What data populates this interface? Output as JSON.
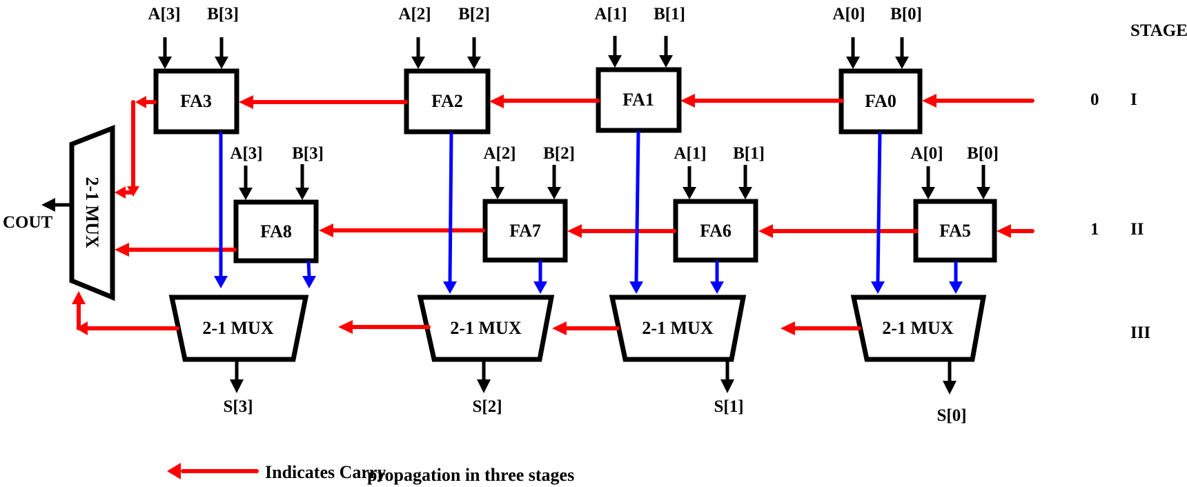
{
  "diagram": {
    "type": "carry-select-adder-block-diagram",
    "stage_header": "STAGE",
    "stages": [
      {
        "roman": "I",
        "carry_in": "0",
        "adders": [
          "FA3",
          "FA2",
          "FA1",
          "FA0"
        ]
      },
      {
        "roman": "II",
        "carry_in": "1",
        "adders": [
          "FA8",
          "FA7",
          "FA6",
          "FA5"
        ]
      },
      {
        "roman": "III",
        "muxes": [
          "2-1 MUX",
          "2-1 MUX",
          "2-1 MUX",
          "2-1 MUX"
        ]
      }
    ],
    "row1_inputs": [
      {
        "a": "A[3]",
        "b": "B[3]"
      },
      {
        "a": "A[2]",
        "b": "B[2]"
      },
      {
        "a": "A[1]",
        "b": "B[1]"
      },
      {
        "a": "A[0]",
        "b": "B[0]"
      }
    ],
    "row2_inputs": [
      {
        "a": "A[3]",
        "b": "B[3]"
      },
      {
        "a": "A[2]",
        "b": "B[2]"
      },
      {
        "a": "A[1]",
        "b": "B[1]"
      },
      {
        "a": "A[0]",
        "b": "B[0]"
      }
    ],
    "outputs": [
      "S[3]",
      "S[2]",
      "S[1]",
      "S[0]"
    ],
    "final_mux": "2-1 MUX",
    "carry_out": "COUT",
    "legend": {
      "text_1": "Indicates Carry",
      "text_2": "propagation in three stages",
      "arrow_color": "#ff0000"
    },
    "colors": {
      "carry": "#ff0000",
      "sum": "#0000ff",
      "io": "#000000"
    }
  }
}
